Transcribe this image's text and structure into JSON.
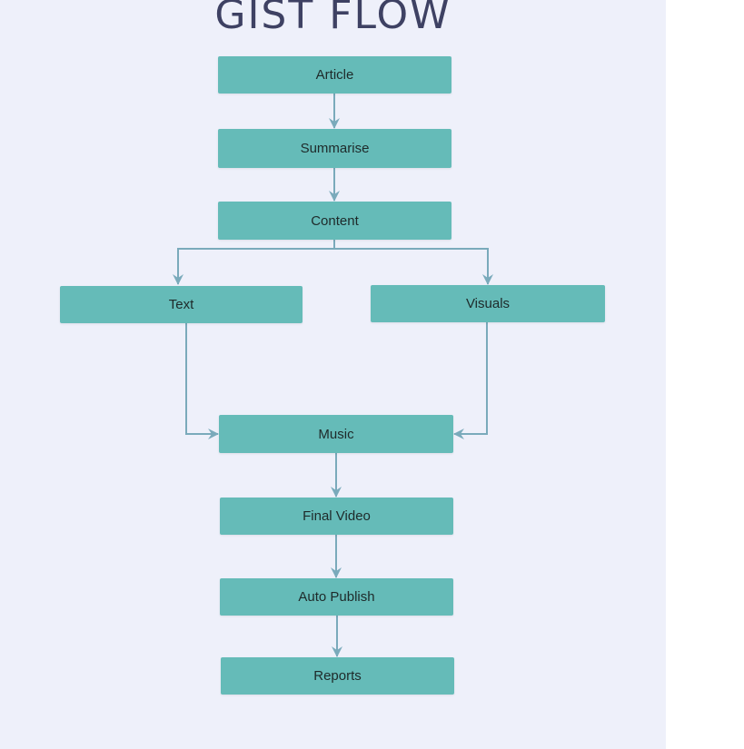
{
  "title": "GIST FLOW",
  "nodes": {
    "article": "Article",
    "summarise": "Summarise",
    "content": "Content",
    "text": "Text",
    "visuals": "Visuals",
    "music": "Music",
    "final_video": "Final Video",
    "auto_publish": "Auto Publish",
    "reports": "Reports"
  },
  "colors": {
    "background": "#eef0fa",
    "node_fill": "#65bbb8",
    "edge": "#7aaabb",
    "title": "#3e4163"
  }
}
